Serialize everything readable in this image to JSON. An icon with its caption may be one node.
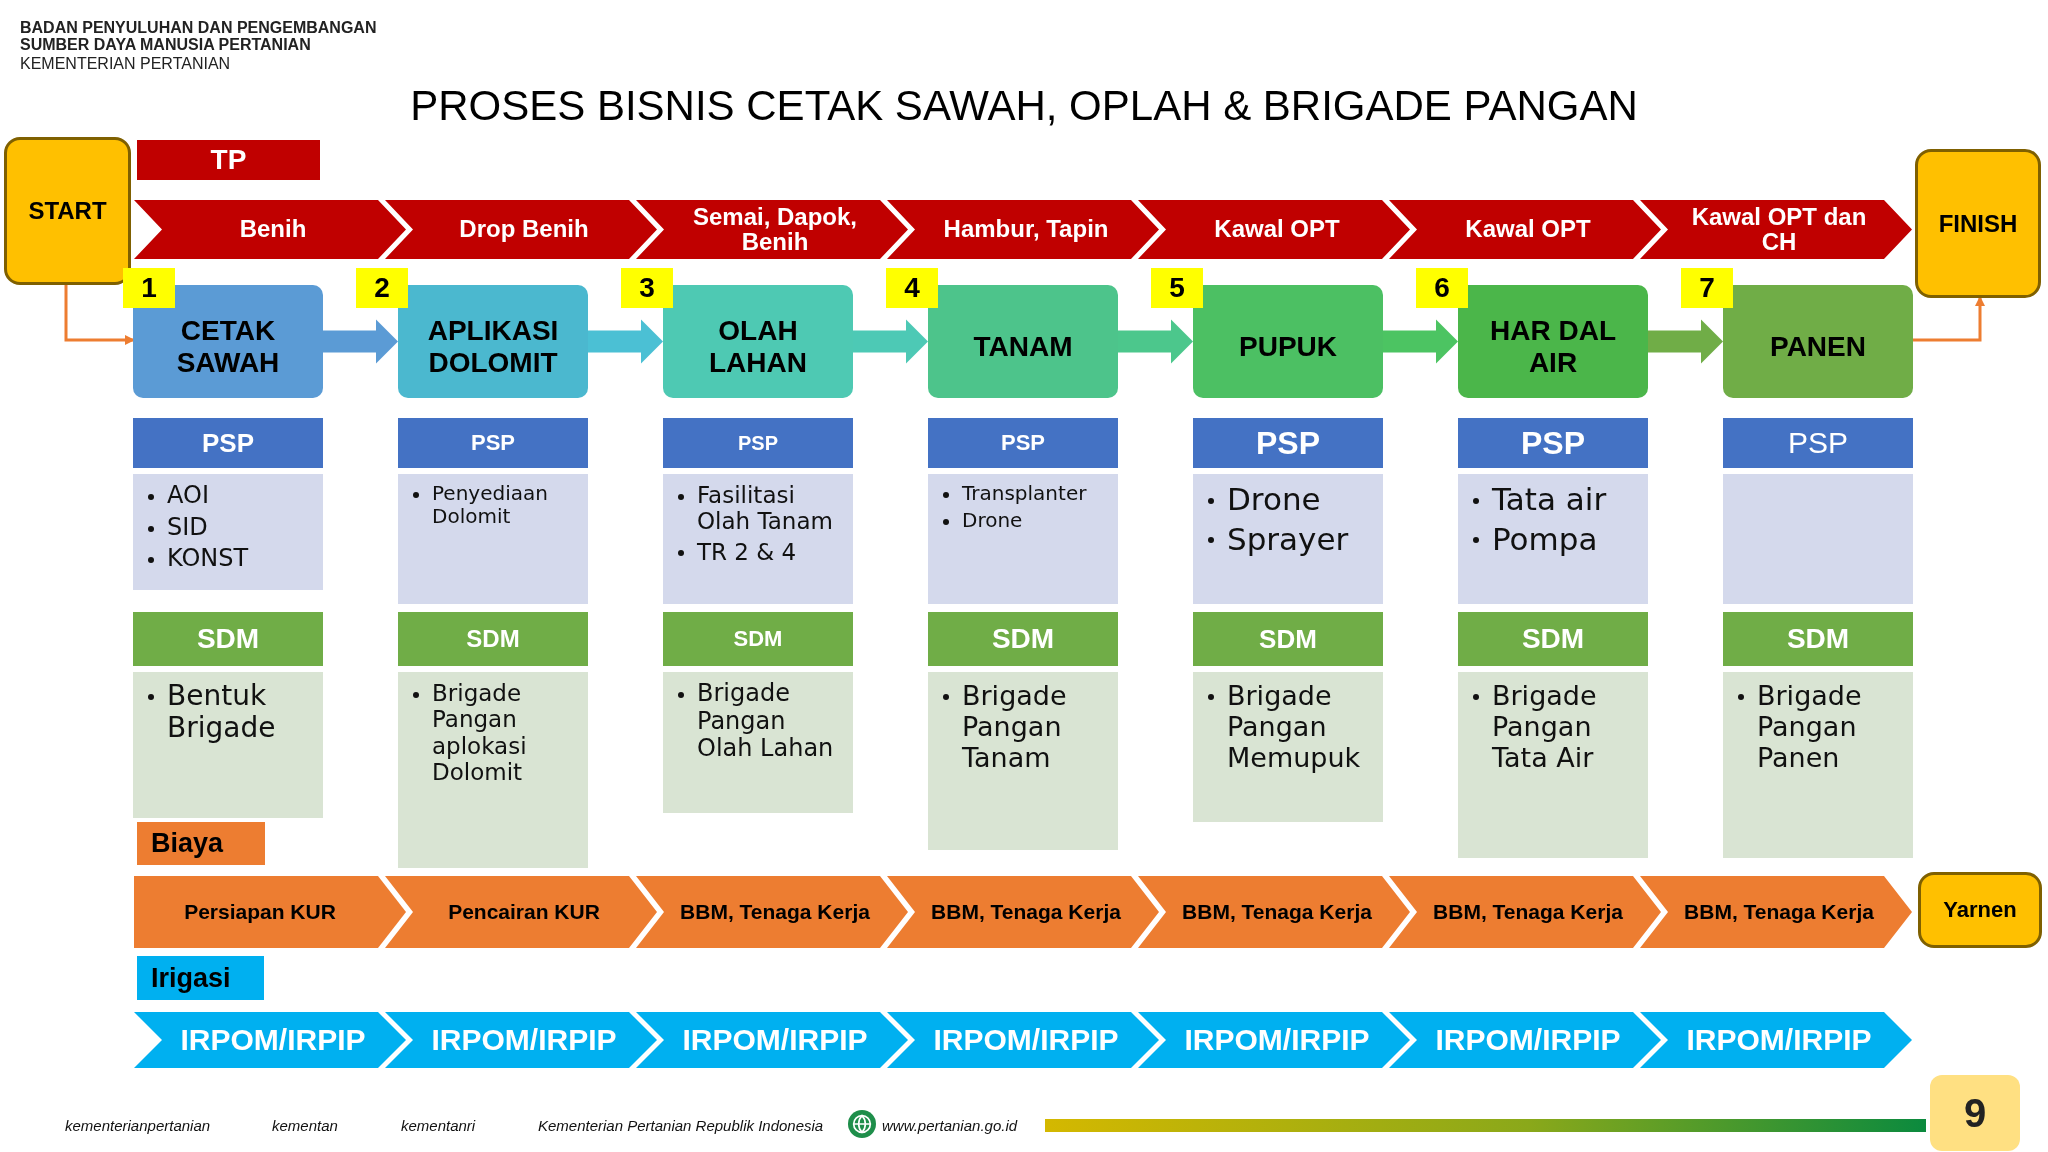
{
  "diagram": {
    "title": "PROSES BISNIS CETAK SAWAH, OPLAH & BRIGADE PANGAN",
    "nodes": [
      {
        "text": [
          "START"
        ]
      },
      {
        "text": [
          "TP"
        ]
      },
      {
        "text": [
          "Benih"
        ]
      },
      {
        "text": [
          "Drop Benih"
        ]
      },
      {
        "text": [
          "Semai, Dapok, Benih"
        ]
      },
      {
        "text": [
          "Hambur, Tapin"
        ]
      },
      {
        "text": [
          "Kawal OPT"
        ]
      },
      {
        "text": [
          "Kawal OPT"
        ]
      },
      {
        "text": [
          "Kawal OPT dan CH"
        ]
      },
      {
        "text": [
          "FINISH"
        ]
      },
      {
        "text": [
          "1"
        ]
      },
      {
        "text": [
          "CETAK SAWAH"
        ]
      },
      {
        "text": [
          "PSP"
        ]
      },
      {
        "text": [
          "AOI",
          "SID",
          "KONST"
        ]
      },
      {
        "text": [
          "SDM"
        ]
      },
      {
        "text": [
          "Bentuk Brigade"
        ]
      },
      {
        "text": [
          "2"
        ]
      },
      {
        "text": [
          "APLIKASI DOLOMIT"
        ]
      },
      {
        "text": [
          "PSP"
        ]
      },
      {
        "text": [
          "Penyediaan Dolomit"
        ]
      },
      {
        "text": [
          "SDM"
        ]
      },
      {
        "text": [
          "Brigade Pangan aplokasi Dolomit"
        ]
      },
      {
        "text": [
          "3"
        ]
      },
      {
        "text": [
          "OLAH LAHAN"
        ]
      },
      {
        "text": [
          "PSP"
        ]
      },
      {
        "text": [
          "Fasilitasi Olah Tanam",
          "TR 2 & 4"
        ]
      },
      {
        "text": [
          "SDM"
        ]
      },
      {
        "text": [
          "Brigade Pangan Olah Lahan"
        ]
      },
      {
        "text": [
          "4"
        ]
      },
      {
        "text": [
          "TANAM"
        ]
      },
      {
        "text": [
          "PSP"
        ]
      },
      {
        "text": [
          "Transplanter",
          "Drone"
        ]
      },
      {
        "text": [
          "SDM"
        ]
      },
      {
        "text": [
          "Brigade Pangan Tanam"
        ]
      },
      {
        "text": [
          "5"
        ]
      },
      {
        "text": [
          "PUPUK"
        ]
      },
      {
        "text": [
          "PSP"
        ]
      },
      {
        "text": [
          "Drone",
          "Sprayer"
        ]
      },
      {
        "text": [
          "SDM"
        ]
      },
      {
        "text": [
          "Brigade Pangan Memupuk"
        ]
      },
      {
        "text": [
          "6"
        ]
      },
      {
        "text": [
          "HAR DAL AIR"
        ]
      },
      {
        "text": [
          "PSP"
        ]
      },
      {
        "text": [
          "Tata air",
          "Pompa"
        ]
      },
      {
        "text": [
          "SDM"
        ]
      },
      {
        "text": [
          "Brigade Pangan Tata Air"
        ]
      },
      {
        "text": [
          "7"
        ]
      },
      {
        "text": [
          "PANEN"
        ]
      },
      {
        "text": [
          "PSP"
        ]
      },
      {
        "text": [],
        "shape": "box"
      },
      {
        "text": [
          "SDM"
        ]
      },
      {
        "text": [
          "Brigade Pangan Panen"
        ]
      },
      {
        "text": [
          "Biaya"
        ]
      },
      {
        "text": [
          "Persiapan KUR"
        ]
      },
      {
        "text": [
          "Pencairan KUR"
        ]
      },
      {
        "text": [
          "BBM, Tenaga Kerja"
        ]
      },
      {
        "text": [
          "BBM, Tenaga Kerja"
        ]
      },
      {
        "text": [
          "BBM, Tenaga Kerja"
        ]
      },
      {
        "text": [
          "BBM, Tenaga Kerja"
        ]
      },
      {
        "text": [
          "BBM, Tenaga Kerja"
        ]
      },
      {
        "text": [
          "Yarnen"
        ]
      },
      {
        "text": [
          "Irigasi"
        ]
      },
      {
        "text": [
          "IRPOM/IRPIP"
        ]
      },
      {
        "text": [
          "IRPOM/IRPIP"
        ]
      },
      {
        "text": [
          "IRPOM/IRPIP"
        ]
      },
      {
        "text": [
          "IRPOM/IRPIP"
        ]
      },
      {
        "text": [
          "IRPOM/IRPIP"
        ]
      },
      {
        "text": [
          "IRPOM/IRPIP"
        ]
      },
      {
        "text": [
          "IRPOM/IRPIP"
        ]
      }
    ],
    "edges": [
      {
        "from": 0,
        "to": 11,
        "arrow": "to",
        "color": "#ed7d31"
      },
      {
        "from": 11,
        "to": 17,
        "arrow": "to",
        "style": "thick",
        "color": "#5b9bd5"
      },
      {
        "from": 17,
        "to": 23,
        "arrow": "to",
        "style": "thick",
        "color": "#4bc0d4"
      },
      {
        "from": 23,
        "to": 29,
        "arrow": "to",
        "style": "thick",
        "color": "#4dc9b5"
      },
      {
        "from": 29,
        "to": 35,
        "arrow": "to",
        "style": "thick",
        "color": "#4cc78c"
      },
      {
        "from": 35,
        "to": 41,
        "arrow": "to",
        "style": "thick",
        "color": "#4cc462"
      },
      {
        "from": 41,
        "to": 47,
        "arrow": "to",
        "style": "thick",
        "color": "#70ad47"
      },
      {
        "from": 47,
        "to": 9,
        "arrow": "to",
        "color": "#ed7d31"
      }
    ],
    "labels": [
      "BADAN PENYULUHAN DAN PENGEMBANGAN SUMBER DAYA MANUSIA PERTANIAN",
      "KEMENTERIAN PERTANIAN",
      "kementerianpertanian",
      "kementan",
      "kementanri",
      "Kementerian Pertanian Republik Indonesia",
      "www.pertanian.go.id",
      "9"
    ]
  }
}
